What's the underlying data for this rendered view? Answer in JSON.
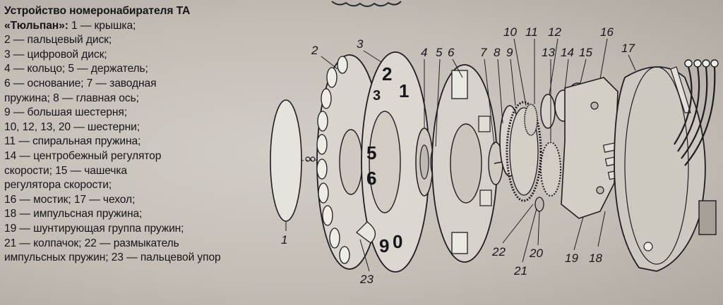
{
  "caption": {
    "title_bold": "Устройство номеронабирателя ТА",
    "name_bold": "«Тюльпан»:",
    "lines": [
      " 1 — крышка;",
      "2 — пальцевый диск;",
      "3 — цифровой диск;",
      "4 — кольцо; 5 — держатель;",
      "6 — основание; 7 — заводная",
      "пружина; 8 — главная ось;",
      "9 — большая шестерня;",
      "10, 12, 13, 20 — шестерни;",
      "11 — спиральная пружина;",
      "14 — центробежный регулятор",
      "скорости; 15 — чашечка",
      "регулятора скорости;",
      "16 — мостик; 17 — чехол;",
      "18 — импульсная пружина;",
      "19 — шунтирующая группа пружин;",
      "21 — колпачок; 22 — размыкатель",
      "импульсных пружин; 23 — пальцевой упор"
    ]
  },
  "diagram": {
    "callouts": {
      "c1": "1",
      "c2": "2",
      "c3": "3",
      "c4": "4",
      "c5": "5",
      "c6": "6",
      "c7": "7",
      "c8": "8",
      "c9": "9",
      "c10": "10",
      "c11": "11",
      "c12": "12",
      "c13": "13",
      "c14": "14",
      "c15": "15",
      "c16": "16",
      "c17": "17",
      "c18": "18",
      "c19": "19",
      "c20": "20",
      "c21": "21",
      "c22": "22",
      "c23": "23"
    },
    "dial_digits": {
      "d1": "1",
      "d2": "2",
      "d3": "3",
      "d5": "5",
      "d6": "6",
      "d9": "9",
      "d0": "0"
    }
  }
}
